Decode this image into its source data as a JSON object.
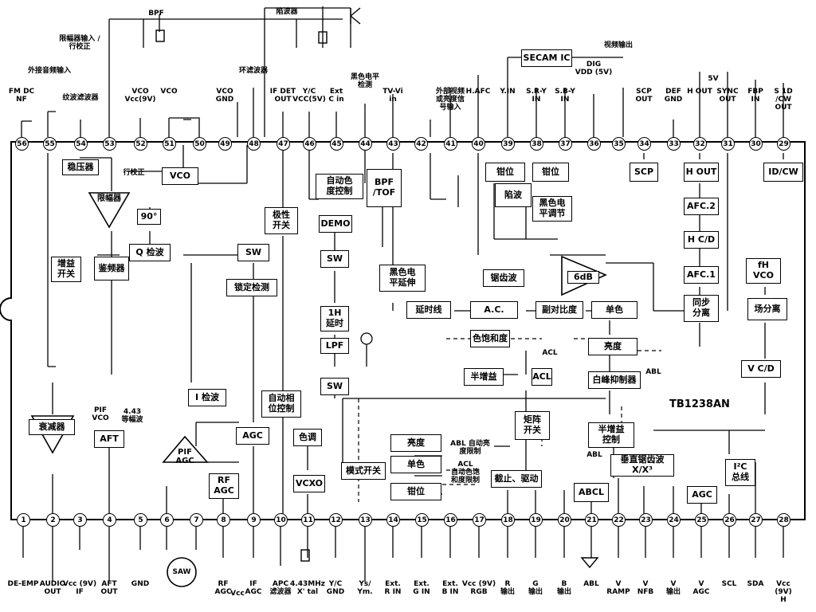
{
  "chip_name": "TB1238AN",
  "top_pins": [
    {
      "num": "56",
      "label": "FM DC\nNF"
    },
    {
      "num": "55",
      "label": "外接音频输入"
    },
    {
      "num": "54",
      "label": "纹波滤波器"
    },
    {
      "num": "53",
      "label": ""
    },
    {
      "num": "52",
      "label": "VCO\nVcc(9V)"
    },
    {
      "num": "51",
      "label": "VCO"
    },
    {
      "num": "50",
      "label": ""
    },
    {
      "num": "49",
      "label": "VCO\nGND"
    },
    {
      "num": "48",
      "label": "环滤波器"
    },
    {
      "num": "47",
      "label": "IF DET\nOUT"
    },
    {
      "num": "46",
      "label": "Y/C\nVCC(5V)"
    },
    {
      "num": "45",
      "label": "Ext\nC in"
    },
    {
      "num": "44",
      "label": "黑色电平\n检测"
    },
    {
      "num": "43",
      "label": "TV-Vi\nin"
    },
    {
      "num": "42",
      "label": ""
    },
    {
      "num": "41",
      "label": "外部视频\n或亮度信\n号输入"
    },
    {
      "num": "40",
      "label": "H.AFC"
    },
    {
      "num": "39",
      "label": "Y.IN"
    },
    {
      "num": "38",
      "label": "S.R-Y\nIN"
    },
    {
      "num": "37",
      "label": "S.B-Y\nIN"
    },
    {
      "num": "36",
      "label": "DIG\nVDD (5V)"
    },
    {
      "num": "35",
      "label": "视频输出"
    },
    {
      "num": "34",
      "label": "SCP\nOUT"
    },
    {
      "num": "33",
      "label": "DEF\nGND"
    },
    {
      "num": "32",
      "label": "H OUT"
    },
    {
      "num": "31",
      "label": "SYNC\nOUT"
    },
    {
      "num": "30",
      "label": "FBP\nIN"
    },
    {
      "num": "29",
      "label": "S 1D\n/CW OUT"
    }
  ],
  "bottom_pins": [
    {
      "num": "1",
      "label": "DE-EMP"
    },
    {
      "num": "2",
      "label": "AUDIO\nOUT"
    },
    {
      "num": "3",
      "label": "Vcc (9V)\nIF"
    },
    {
      "num": "4",
      "label": "AFT\nOUT"
    },
    {
      "num": "5",
      "label": "GND"
    },
    {
      "num": "6",
      "label": ""
    },
    {
      "num": "7",
      "label": ""
    },
    {
      "num": "8",
      "label": "RF\nAGC"
    },
    {
      "num": "9",
      "label": "IF\nAGC"
    },
    {
      "num": "10",
      "label": "APC\n滤波器"
    },
    {
      "num": "11",
      "label": "4.43MHz\nX' tal"
    },
    {
      "num": "12",
      "label": "Y/C\nGND"
    },
    {
      "num": "13",
      "label": "Ys/\nYm."
    },
    {
      "num": "14",
      "label": "Ext.\nR IN"
    },
    {
      "num": "15",
      "label": "Ext.\nG IN"
    },
    {
      "num": "16",
      "label": "Ext.\nB IN"
    },
    {
      "num": "17",
      "label": "Vcc (9V)\nRGB"
    },
    {
      "num": "18",
      "label": "R\n输出"
    },
    {
      "num": "19",
      "label": "G\n输出"
    },
    {
      "num": "20",
      "label": "B\n输出"
    },
    {
      "num": "21",
      "label": "ABL"
    },
    {
      "num": "22",
      "label": "V\nRAMP"
    },
    {
      "num": "23",
      "label": "V\nNFB"
    },
    {
      "num": "24",
      "label": "V\n输出"
    },
    {
      "num": "25",
      "label": "V\nAGC"
    },
    {
      "num": "26",
      "label": "SCL"
    },
    {
      "num": "27",
      "label": "SDA"
    },
    {
      "num": "28",
      "label": "Vcc (9V)\nH"
    }
  ],
  "blocks": {
    "regulator": "稳压器",
    "limiter": "限幅器",
    "vco": "VCO",
    "deg90": "90°",
    "q_det": "Q 检波",
    "sw1": "SW",
    "gain_sw": "增益\n开关",
    "discriminator": "鉴频器",
    "lock_det": "锁定检测",
    "i_det": "I 检波",
    "agc": "AGC",
    "attenuator": "衰减器",
    "aft": "AFT",
    "pif_agc": "PIF\nAGC",
    "rf_agc": "RF\nAGC",
    "polarity_sw": "极性\n开关",
    "auto_color": "自动色\n度控制",
    "demo": "DEMO",
    "sw2": "SW",
    "delay_1h": "1H\n延时",
    "lpf": "LPF",
    "sw3": "SW",
    "auto_phase": "自动相\n位控制",
    "hue": "色调",
    "vcxo": "VCXO",
    "bpf_tof": "BPF\n/TOF",
    "secam_ic": "SECAM IC",
    "clamp1": "钳位",
    "clamp2": "钳位",
    "trap": "陷波",
    "black_adj": "黑色电\n平调节",
    "sawtooth": "锯齿波",
    "black_ext": "黑色电\n平延伸",
    "amp_6db": "6dB",
    "delay_line": "延时线",
    "ac": "A.C.",
    "sub_contrast": "副对比度",
    "mono1": "单色",
    "mono2": "单色",
    "saturation": "色饱和度",
    "brightness1": "亮度",
    "half_gain1": "半增益",
    "acl": "ACL",
    "white_peak": "白峰抑制器",
    "matrix_sw": "矩阵\n开关",
    "half_gain_ctrl": "半增益\n控制",
    "mode_sw": "模式开关",
    "brightness2": "亮度",
    "mono3": "单色",
    "clamp3": "钳位",
    "cutoff_drive": "截止、驱动",
    "abcl": "ABCL",
    "vsaw": "垂直锯齿波\nX/X³",
    "i2c": "I²C\n总线",
    "agc2": "AGC",
    "scp": "SCP",
    "h_out": "H OUT",
    "id_cw": "ID/CW",
    "afc2": "AFC.2",
    "h_cd": "H C/D",
    "afc1": "AFC.1",
    "fh_vco": "fH\nVCO",
    "sync_sep": "同步\n分离",
    "field_sep": "场分离",
    "v_cd": "V C/D"
  },
  "annotations": {
    "bpf": "BPF",
    "trap_filter": "陷波器",
    "limiter_in": "限幅器输入 /\n行校正",
    "line_correct": "行校正",
    "pif_vco": "PIF\nVCO",
    "wave_443": "4.43\n等幅波",
    "abl_bright": "ABL 自动亮\n度限制",
    "acl_sat": "ACL\n自动色饱\n和度限制",
    "acl1": "ACL",
    "abl1": "ABL",
    "abl2": "ABL",
    "saw": "SAW",
    "vcc": "Vcc",
    "v5": "5V"
  }
}
